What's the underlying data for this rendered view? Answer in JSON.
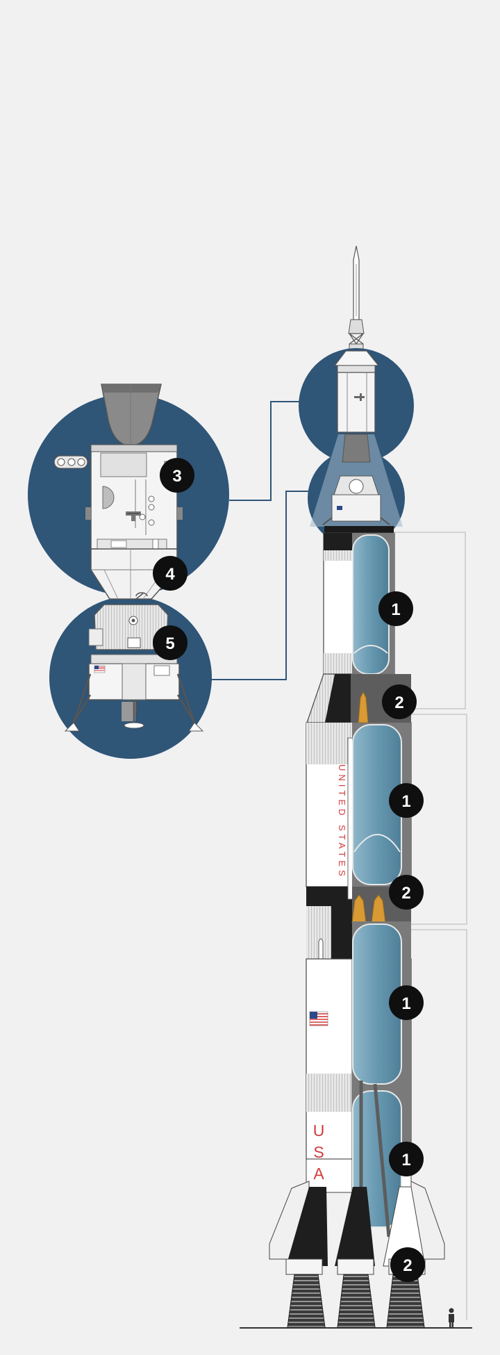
{
  "rocket": {
    "lettering_vertical": "UNITED STATES",
    "lettering_usa": "USA"
  },
  "callouts": [
    {
      "id": "fuel-tank-stage1-top",
      "number": "1"
    },
    {
      "id": "engine-stage3",
      "number": "2"
    },
    {
      "id": "fuel-tank-stage2",
      "number": "1"
    },
    {
      "id": "engine-stage2",
      "number": "2"
    },
    {
      "id": "fuel-tank-stage1",
      "number": "1"
    },
    {
      "id": "fuel-tank-stage1-lower",
      "number": "1"
    },
    {
      "id": "engine-stage1",
      "number": "2"
    },
    {
      "id": "service-module",
      "number": "3"
    },
    {
      "id": "adapter",
      "number": "4"
    },
    {
      "id": "lunar-module",
      "number": "5"
    }
  ],
  "colors": {
    "background": "#f1f1f2",
    "circle": "#2f5577",
    "tank": "#6799b1",
    "badge": "#0f0f10",
    "engine": "#d99a34",
    "lettering": "#d23a3a"
  }
}
